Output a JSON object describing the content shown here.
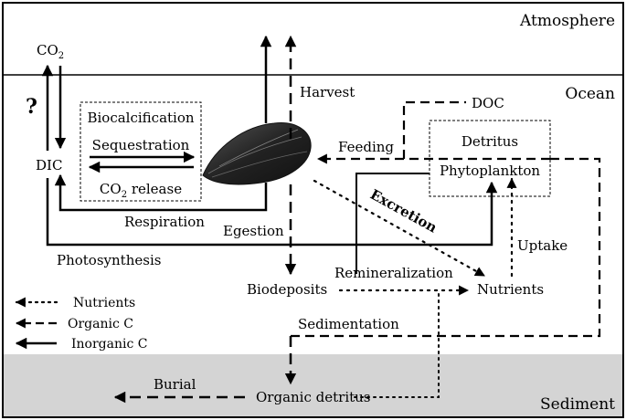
{
  "compartments": {
    "atmosphere": "Atmosphere",
    "ocean": "Ocean",
    "sediment": "Sediment"
  },
  "pools": {
    "co2": "CO",
    "co2_subscript": "2",
    "dic": "DIC",
    "question_mark": "?",
    "detritus": "Detritus",
    "phytoplankton": "Phytoplankton",
    "biodeposits": "Biodeposits",
    "nutrients": "Nutrients",
    "organic_detritus": "Organic detritus",
    "doc": "DOC"
  },
  "biocalcification": {
    "title": "Biocalcification",
    "sequestration": "Sequestration",
    "release_prefix": "CO",
    "release_subscript": "2",
    "release_suffix": " release"
  },
  "processes": {
    "harvest": "Harvest",
    "feeding": "Feeding",
    "respiration": "Respiration",
    "egestion": "Egestion",
    "excretion": "Excretion",
    "photosynthesis": "Photosynthesis",
    "uptake": "Uptake",
    "remineralization": "Remineralization",
    "sedimentation": "Sedimentation",
    "burial": "Burial"
  },
  "legend": {
    "nutrients": "Nutrients",
    "organic_c": "Organic C",
    "inorganic_c": "Inorganic C"
  },
  "colors": {
    "line": "#000000",
    "sediment_fill": "#d4d4d4",
    "background": "#ffffff",
    "mussel_dark": "#2a2a2a"
  },
  "icons": {
    "organism": "mussel-icon"
  }
}
